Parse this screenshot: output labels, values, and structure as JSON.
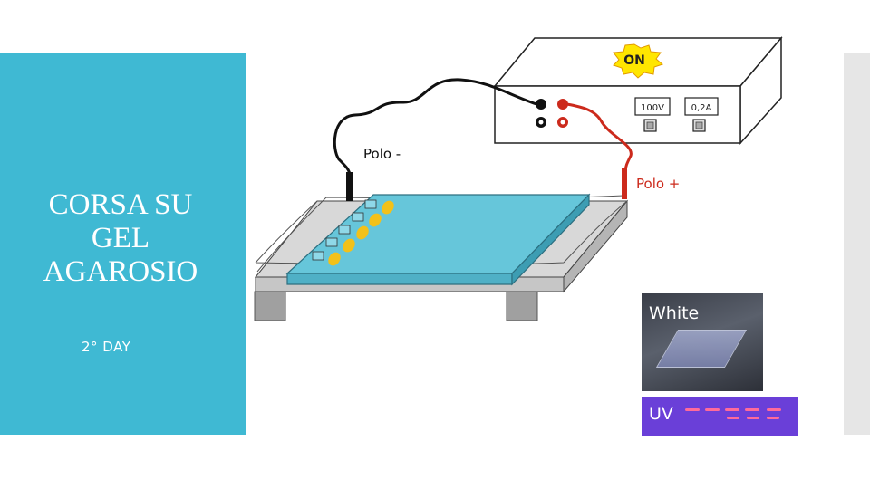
{
  "slide": {
    "title": "CORSA SU GEL AGAROSIO",
    "subtitle": "2° DAY"
  },
  "diagram": {
    "power_state": "ON",
    "voltage": "100V",
    "current": "0,2A",
    "negative_pole_label": "Polo -",
    "positive_pole_label": "Polo +",
    "photo_white_label": "White",
    "photo_uv_label": "UV"
  },
  "colors": {
    "panel": "#3fb9d3",
    "gel": "#66c6da",
    "wire_negative": "#111111",
    "wire_positive": "#cc2a1c",
    "badge": "#ffe600",
    "samples": "#f2c11a"
  }
}
